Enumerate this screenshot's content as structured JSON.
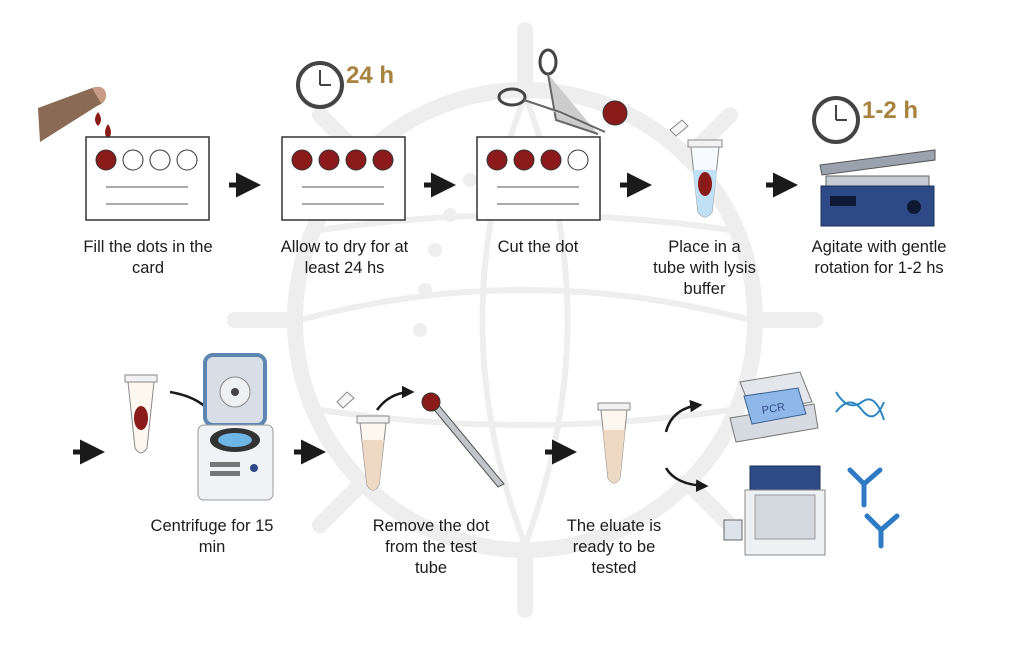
{
  "steps": [
    {
      "text": "Fill the dots in the card"
    },
    {
      "text": "Allow to dry for at least 24 hs"
    },
    {
      "text": "Cut the dot"
    },
    {
      "text": "Place in a tube with lysis buffer"
    },
    {
      "text": "Agitate with gentle rotation for 1-2 hs"
    },
    {
      "text": "Centrifuge for 15 min"
    },
    {
      "text": "Remove the dot from the test tube"
    },
    {
      "text": "The eluate is ready to be tested"
    }
  ],
  "timers": {
    "dry": "24 h",
    "agitate": "1-2 h"
  },
  "pcr_label": "PCR",
  "colors": {
    "blood": "#8b1a1a",
    "accent_time": "#a8823f",
    "arrow": "#1a1a1a",
    "instrument_blue": "#2e4a86",
    "dna": "#2e86c1"
  },
  "icons": [
    "finger-icon",
    "blood-drop-icon",
    "card-icon",
    "clock-icon",
    "scissors-icon",
    "tube-icon",
    "shaker-icon",
    "centrifuge-icon",
    "tweezers-icon",
    "pcr-machine-icon",
    "dna-icon",
    "analyzer-icon",
    "antibody-icon",
    "virus-watermark-icon"
  ]
}
